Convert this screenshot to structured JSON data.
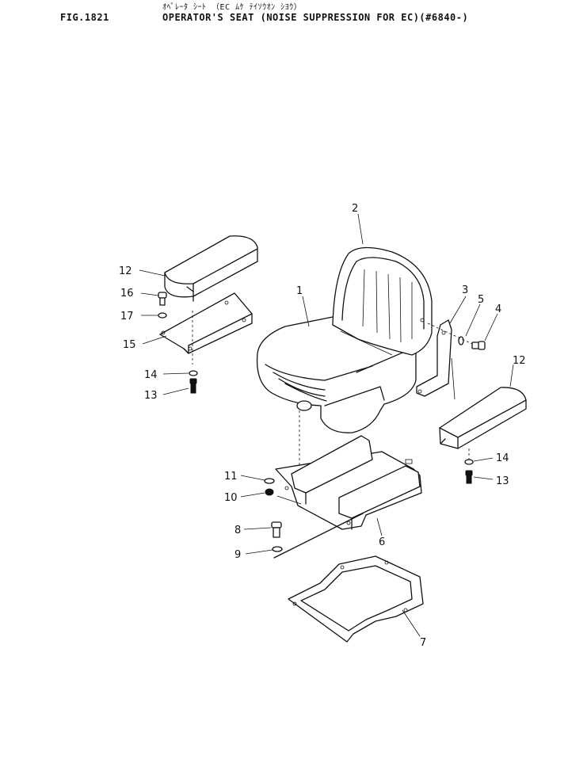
{
  "header": {
    "figure_number": "FIG.1821",
    "subtitle_jp": "ｵﾍﾟﾚｰﾀ ｼｰﾄ （EC ﾑｹ ﾃｲｿｳｵﾝ ｼﾖｳ）",
    "title": "OPERATOR'S SEAT (NOISE SUPPRESSION FOR EC)(#6840-)"
  },
  "callouts": {
    "c1": "1",
    "c2": "2",
    "c3": "3",
    "c4": "4",
    "c5": "5",
    "c6": "6",
    "c7": "7",
    "c8": "8",
    "c9": "9",
    "c10": "10",
    "c11": "11",
    "c12a": "12",
    "c12b": "12",
    "c13a": "13",
    "c13b": "13",
    "c14a": "14",
    "c14b": "14",
    "c15": "15",
    "c16": "16",
    "c17": "17"
  }
}
